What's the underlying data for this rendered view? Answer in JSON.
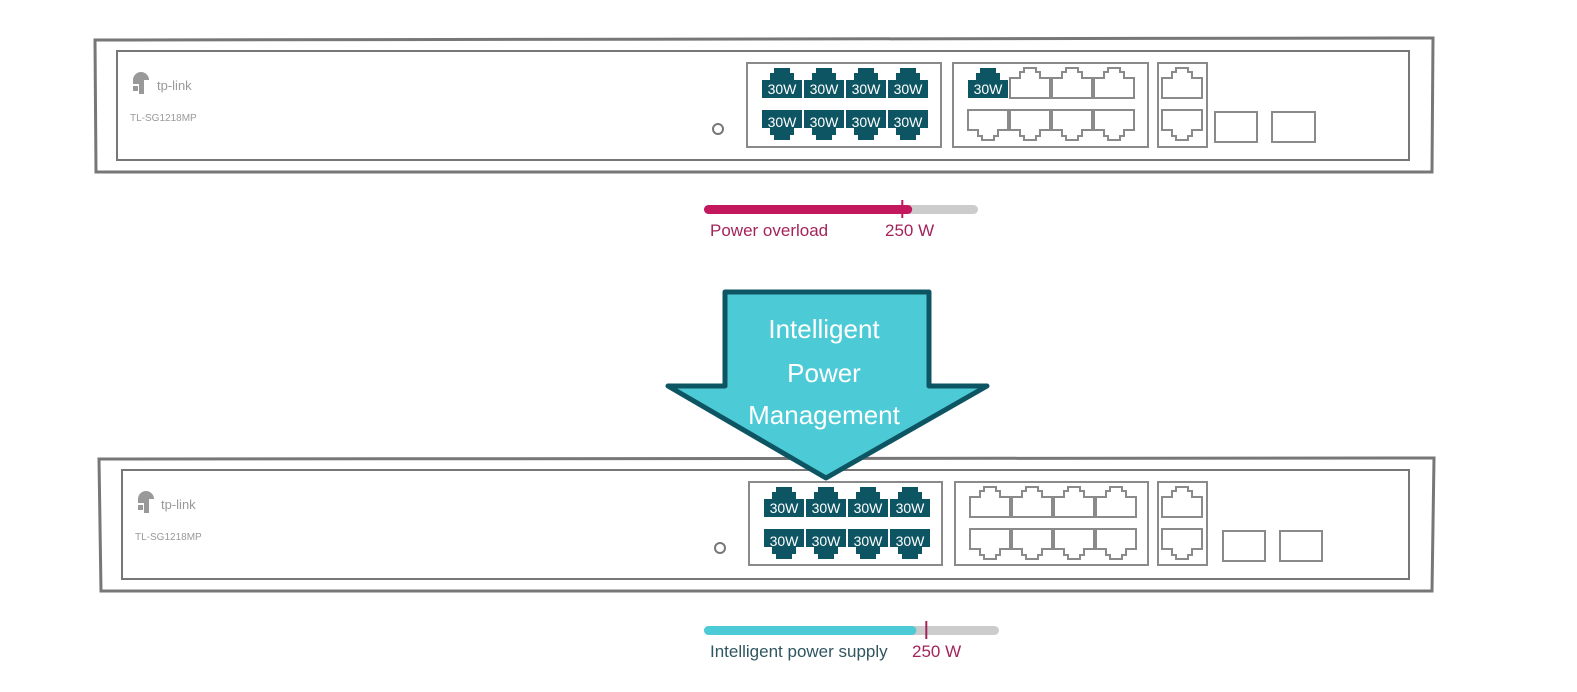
{
  "switches": [
    {
      "brand": "tp-link",
      "model": "TL-SG1218MP",
      "poe_port_label": "30W",
      "poe_ports_powered": 9
    },
    {
      "brand": "tp-link",
      "model": "TL-SG1218MP",
      "poe_port_label": "30W",
      "poe_ports_powered": 8
    }
  ],
  "bars": [
    {
      "label": "Power overload",
      "limit_label": "250 W",
      "fill_fraction": 0.76,
      "marker_fraction": 0.72,
      "fill_color": "#c3185d"
    },
    {
      "label": "Intelligent power supply",
      "limit_label": "250 W",
      "fill_fraction": 0.72,
      "marker_fraction": 0.75,
      "fill_color": "#4ccad6"
    }
  ],
  "arrow": {
    "line1": "Intelligent",
    "line2": "Power",
    "line3": "Management"
  },
  "colors": {
    "accent_magenta": "#c3185d",
    "accent_teal": "#4ccad6",
    "port_fill": "#0e5563",
    "outline": "#777777",
    "track": "#cccccc"
  }
}
